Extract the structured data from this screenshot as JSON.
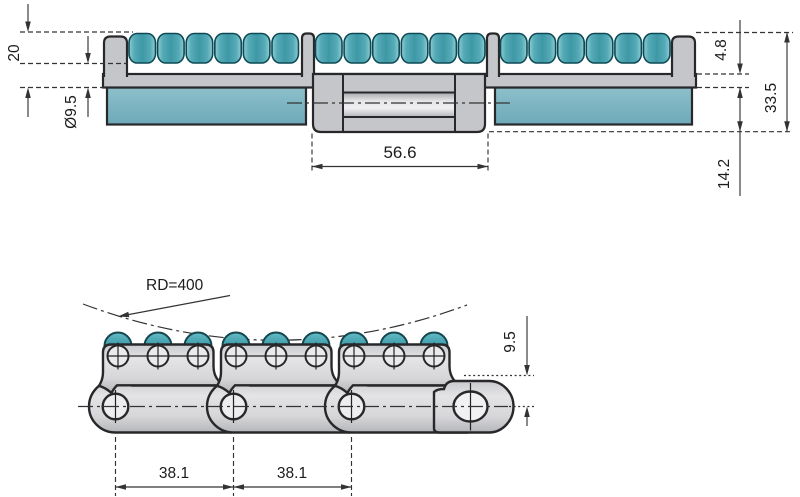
{
  "drawing": {
    "type": "technical-drawing",
    "subject": "accumulation roller conveyor chain - sectional and side views",
    "labels": {
      "top_view": {
        "stack_height": "20",
        "roller_diameter": "Ø9.5",
        "plate_thickness": "4.8",
        "overall_height": "33.5",
        "pin_extension": "14.2",
        "hub_width": "56.6"
      },
      "side_view": {
        "back_bend_radius": "RD=400",
        "pitch_a": "38.1",
        "pitch_b": "38.1",
        "plate_center_height": "9.5"
      }
    },
    "colors": {
      "carrier_roller_teal": "#3f98a6",
      "side_plate_teal": "#7fb5c3",
      "metal_gray": "#c5c6c9",
      "outline": "#28282b",
      "dimension_lines": "#333333",
      "background": "#ffffff"
    }
  }
}
